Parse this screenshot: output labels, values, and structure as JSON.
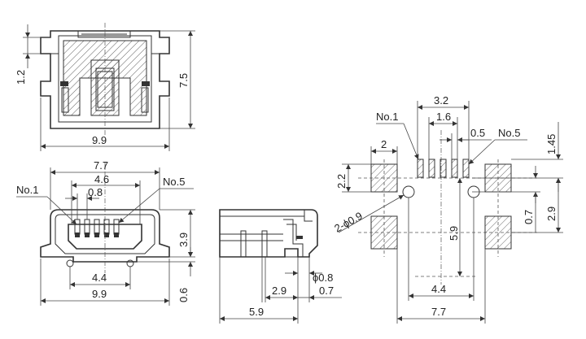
{
  "top_view": {
    "dim_width": "9.9",
    "dim_height": "7.5",
    "dim_left": "1.2"
  },
  "front_view": {
    "dim_top": "7.7",
    "dim_mid": "4.6",
    "dim_pitch": "0.8",
    "dim_bottom_inner": "4.4",
    "dim_bottom": "9.9",
    "dim_height": "3.9",
    "dim_foot": "0.6",
    "label_no1": "No.1",
    "label_no5": "No.5"
  },
  "side_view": {
    "dim_hole": "ϕ0.8",
    "dim_29": "2.9",
    "dim_07": "0.7",
    "dim_59": "5.9"
  },
  "footprint": {
    "dim_32": "3.2",
    "dim_16": "1.6",
    "dim_05": "0.5",
    "dim_2": "2",
    "dim_22": "2.2",
    "dim_145": "1.45",
    "dim_07": "0.7",
    "dim_29": "2.9",
    "dim_59": "5.9",
    "dim_44": "4.4",
    "dim_77": "7.7",
    "hole_label": "2-ϕ0.9",
    "label_no1": "No.1",
    "label_no5": "No.5"
  }
}
